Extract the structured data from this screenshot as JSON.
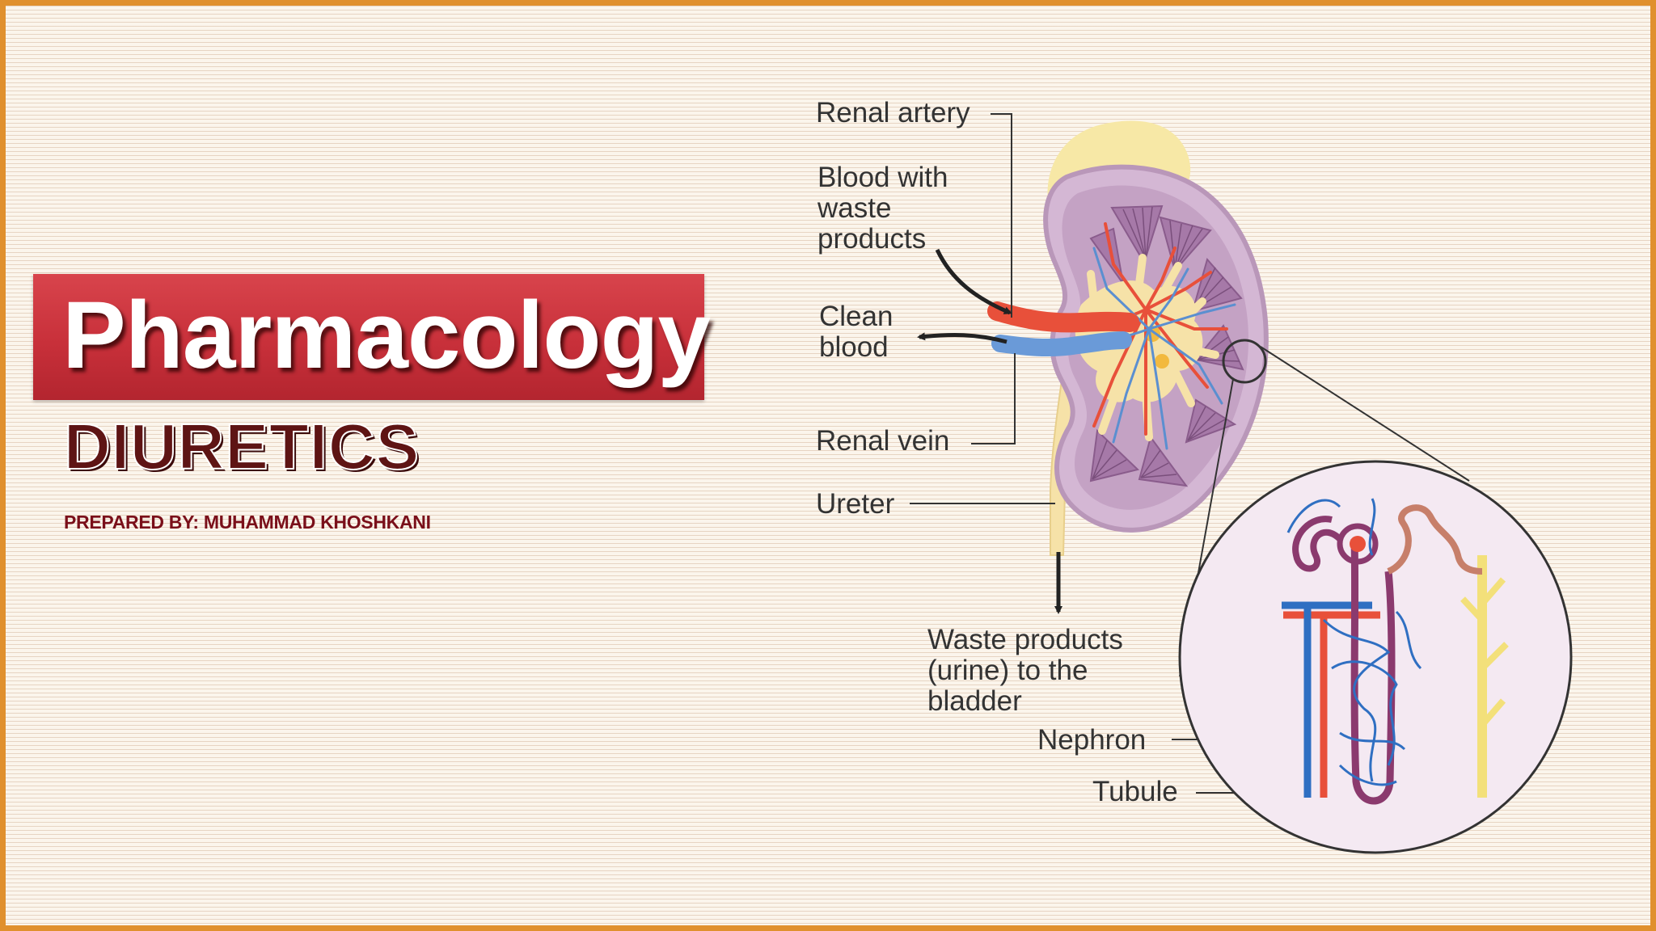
{
  "slide": {
    "title": "Pharmacology",
    "subtitle": "DIURETICS",
    "author": "PREPARED BY: MUHAMMAD KHOSHKANI"
  },
  "diagram": {
    "labels": {
      "renal_artery": "Renal artery",
      "blood_waste_1": "Blood with",
      "blood_waste_2": "waste",
      "blood_waste_3": "products",
      "clean_blood_1": "Clean",
      "clean_blood_2": "blood",
      "renal_vein": "Renal vein",
      "ureter": "Ureter",
      "waste_1": "Waste products",
      "waste_2": "(urine) to the",
      "waste_3": "bladder",
      "nephron": "Nephron",
      "tubule": "Tubule"
    }
  },
  "colors": {
    "border": "#e0902e",
    "banner": "#c8303a",
    "subtitle": "#5e1414",
    "author": "#7a0f1a",
    "artery": "#e8503a",
    "vein": "#4a8fd0",
    "ureter": "#f6e2a8",
    "kidney": "#c9a9c9"
  }
}
